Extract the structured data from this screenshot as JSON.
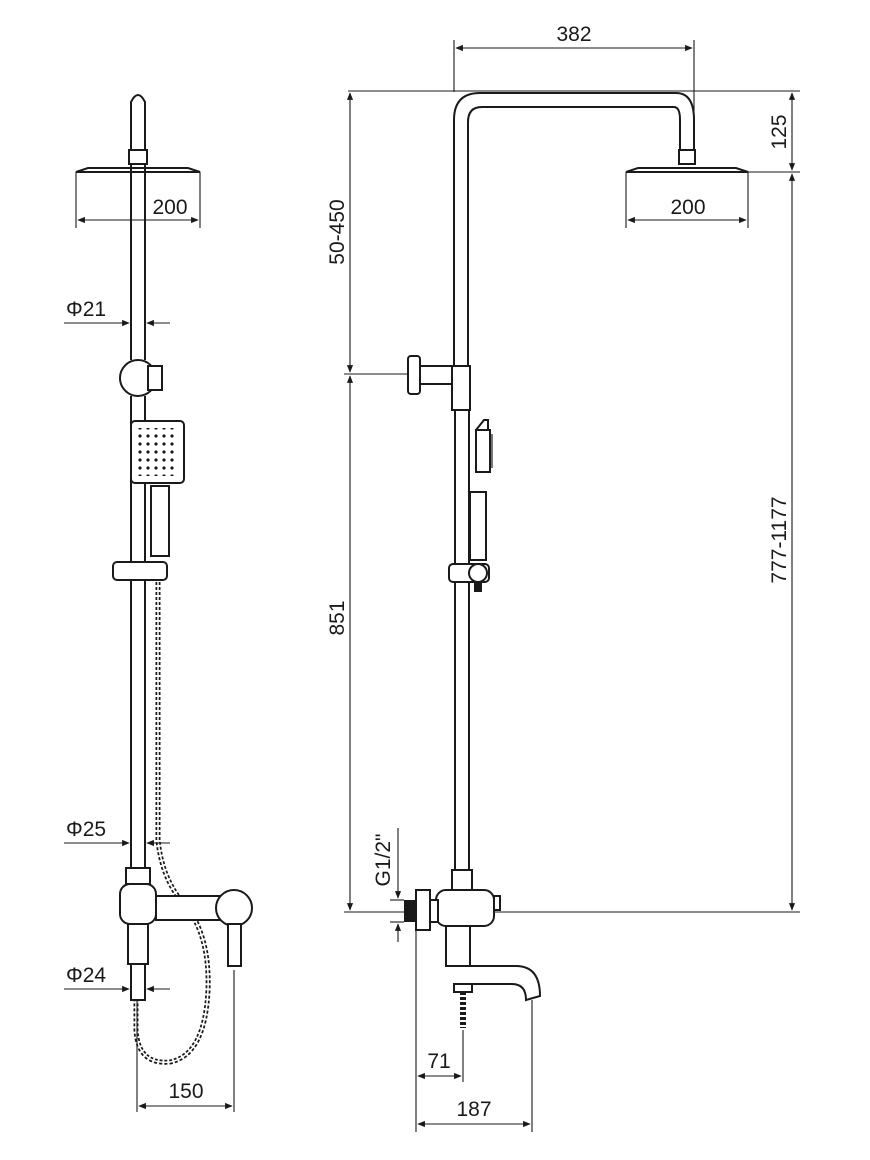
{
  "dimensions": {
    "front_head_width": "200",
    "arm_diameter": "Φ21",
    "rail_diameter": "Φ25",
    "spout_diameter": "Φ24",
    "front_mixer_width": "150",
    "side_reach": "382",
    "side_head_drop": "125",
    "side_head_width": "200",
    "side_height_adjust": "50-450",
    "side_total_height": "777-1177",
    "side_lower_height": "851",
    "side_inlet_thread": "G1/2\"",
    "side_spout_offset_small": "71",
    "side_spout_offset_large": "187"
  }
}
